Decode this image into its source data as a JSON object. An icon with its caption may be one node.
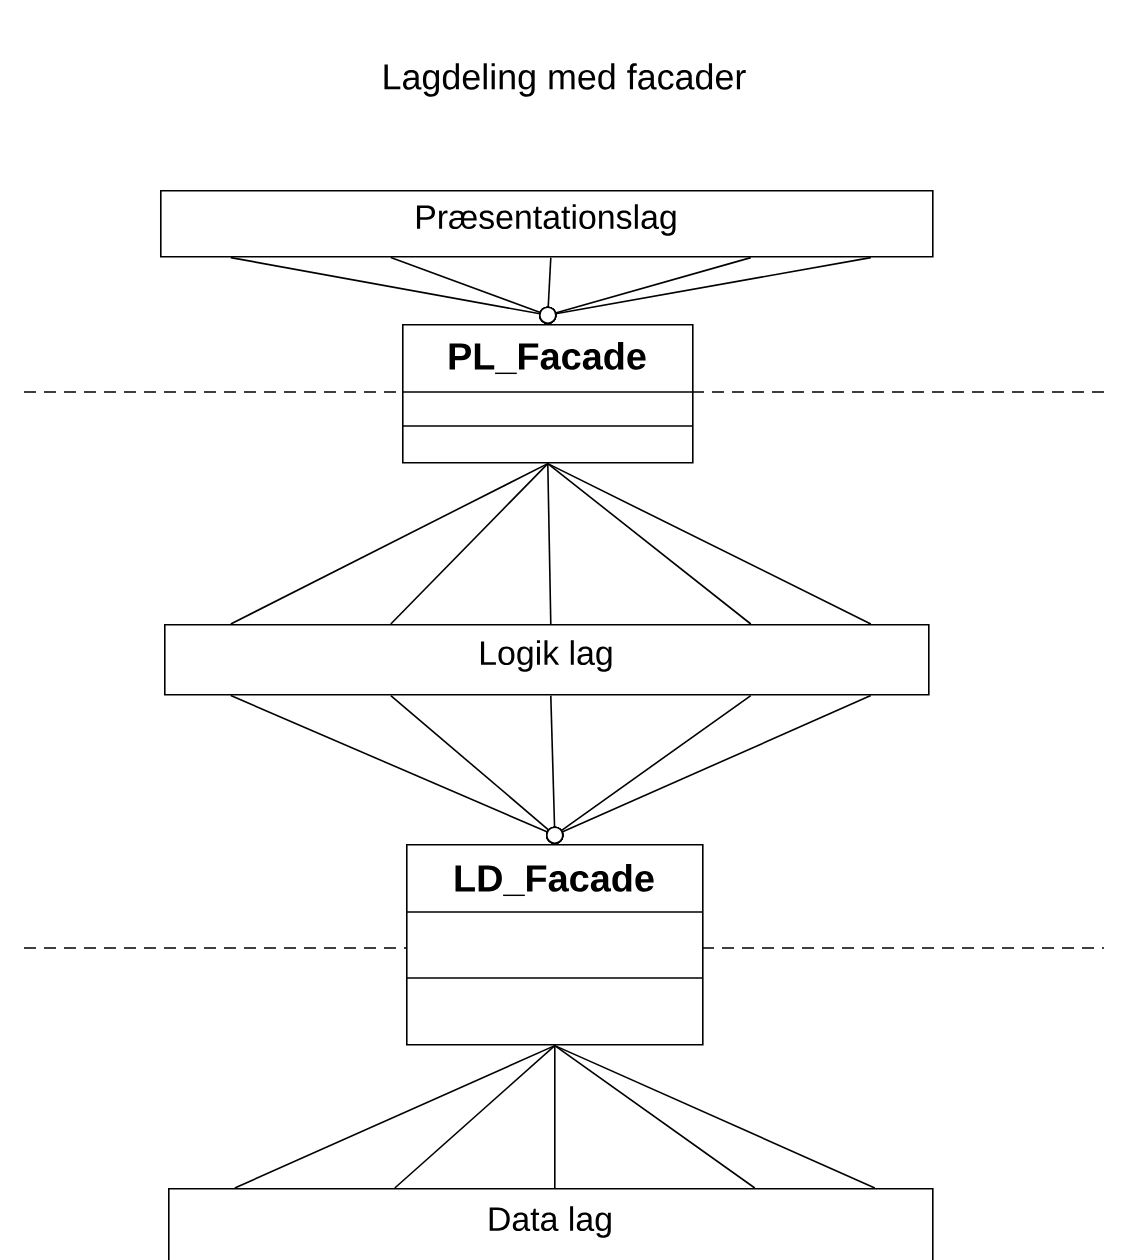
{
  "diagram": {
    "title": "Lagdeling med facader",
    "nodes": [
      {
        "text": [
          "Præsentationslag"
        ]
      },
      {
        "text": [
          "PL_Facade"
        ]
      },
      {
        "text": [
          "Logik lag"
        ]
      },
      {
        "text": [
          "LD_Facade"
        ]
      },
      {
        "text": [
          "Data lag"
        ]
      }
    ],
    "edges": [
      {
        "from": 0,
        "to": 1,
        "arrow": "other"
      },
      {
        "from": 0,
        "to": 1,
        "arrow": "other"
      },
      {
        "from": 0,
        "to": 1,
        "arrow": "other"
      },
      {
        "from": 0,
        "to": 1,
        "arrow": "other"
      },
      {
        "from": 0,
        "to": 1,
        "arrow": "other"
      },
      {
        "from": 1,
        "to": 2,
        "arrow": "none"
      },
      {
        "from": 1,
        "to": 2,
        "arrow": "none"
      },
      {
        "from": 1,
        "to": 2,
        "arrow": "none"
      },
      {
        "from": 1,
        "to": 2,
        "arrow": "none"
      },
      {
        "from": 1,
        "to": 2,
        "arrow": "none"
      },
      {
        "from": 2,
        "to": 3,
        "arrow": "other"
      },
      {
        "from": 2,
        "to": 3,
        "arrow": "other"
      },
      {
        "from": 2,
        "to": 3,
        "arrow": "other"
      },
      {
        "from": 2,
        "to": 3,
        "arrow": "other"
      },
      {
        "from": 2,
        "to": 3,
        "arrow": "other"
      },
      {
        "from": 3,
        "to": 4,
        "arrow": "none"
      },
      {
        "from": 3,
        "to": 4,
        "arrow": "none"
      },
      {
        "from": 3,
        "to": 4,
        "arrow": "none"
      },
      {
        "from": 3,
        "to": 4,
        "arrow": "none"
      },
      {
        "from": 3,
        "to": 4,
        "arrow": "none"
      }
    ]
  }
}
